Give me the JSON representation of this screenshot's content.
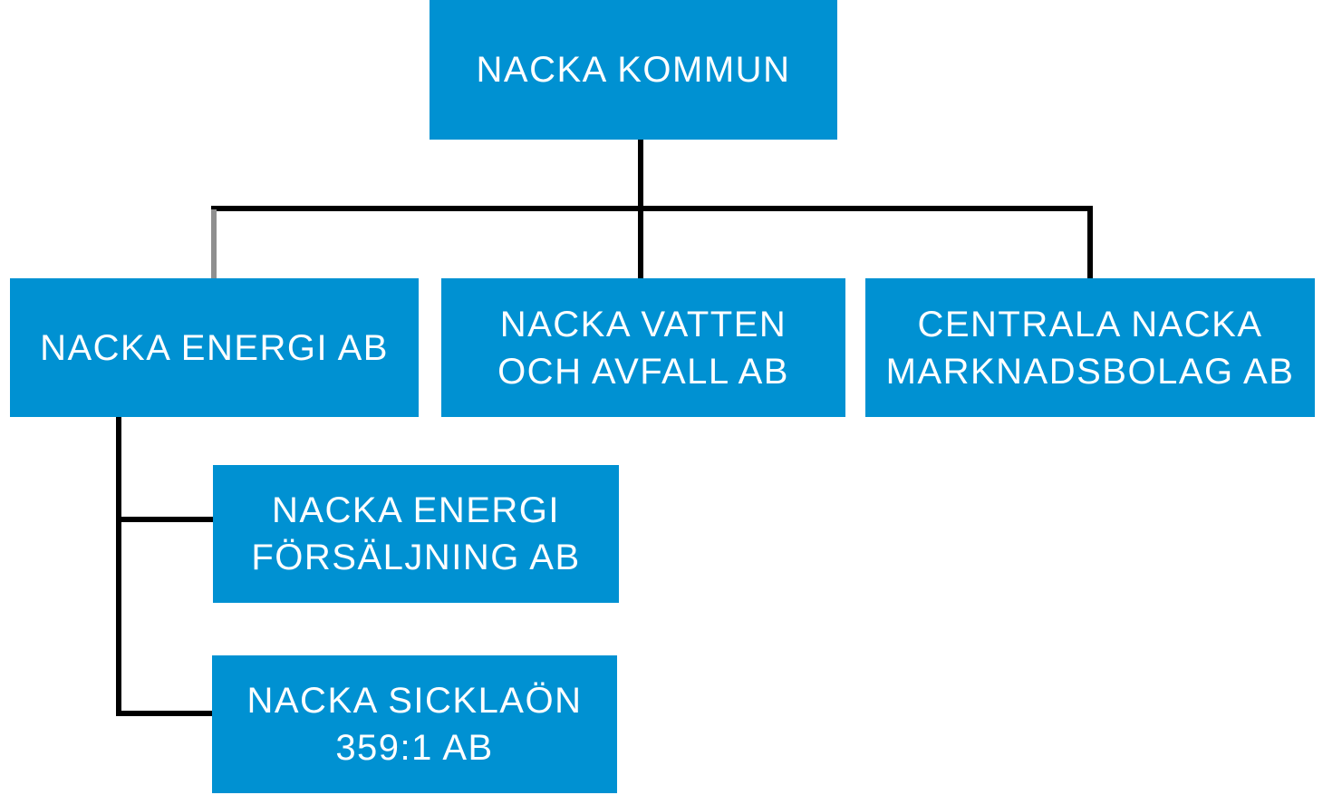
{
  "colors": {
    "background": "#FFFFFF",
    "box_blue": "#0091D2",
    "box_text": "#FFFFFF",
    "connector_black": "#000000",
    "connector_gray": "#8F8F8F"
  },
  "tree": {
    "label": "NACKA KOMMUN",
    "lines": [
      "NACKA KOMMUN"
    ],
    "children": [
      {
        "label": "NACKA ENERGI AB",
        "lines": [
          "NACKA ENERGI AB"
        ],
        "children": [
          {
            "label": "NACKA ENERGI FÖRSÄLJNING AB",
            "lines": [
              "NACKA ENERGI",
              "FÖRSÄLJNING AB"
            ]
          },
          {
            "label": "NACKA SICKLAÖN 359:1 AB",
            "lines": [
              "NACKA SICKLAÖN",
              "359:1 AB"
            ]
          }
        ]
      },
      {
        "label": "NACKA VATTEN OCH AVFALL AB",
        "lines": [
          "NACKA VATTEN",
          "OCH AVFALL AB"
        ]
      },
      {
        "label": "CENTRALA NACKA MARKNADSBOLAG AB",
        "lines": [
          "CENTRALA NACKA",
          "MARKNADSBOLAG AB"
        ]
      }
    ]
  }
}
